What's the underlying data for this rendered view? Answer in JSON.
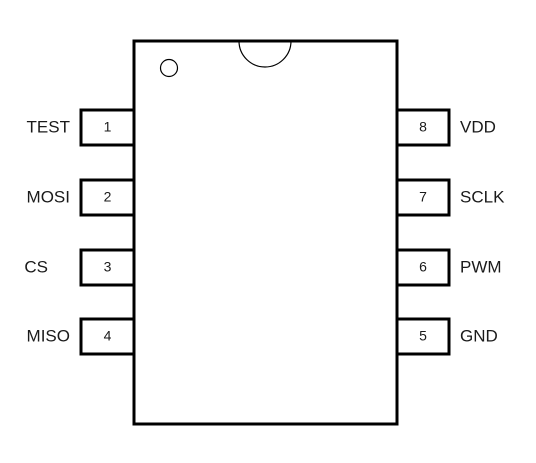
{
  "chip": {
    "body_color": "#ffffff",
    "stroke_color": "#000000",
    "pin1_marker": "circle",
    "orientation_notch": "half-circle"
  },
  "pins": {
    "left": [
      {
        "number": "1",
        "label": "TEST"
      },
      {
        "number": "2",
        "label": "MOSI"
      },
      {
        "number": "3",
        "label": "CS"
      },
      {
        "number": "4",
        "label": "MISO"
      }
    ],
    "right": [
      {
        "number": "8",
        "label": "VDD"
      },
      {
        "number": "7",
        "label": "SCLK"
      },
      {
        "number": "6",
        "label": "PWM"
      },
      {
        "number": "5",
        "label": "GND"
      }
    ]
  }
}
